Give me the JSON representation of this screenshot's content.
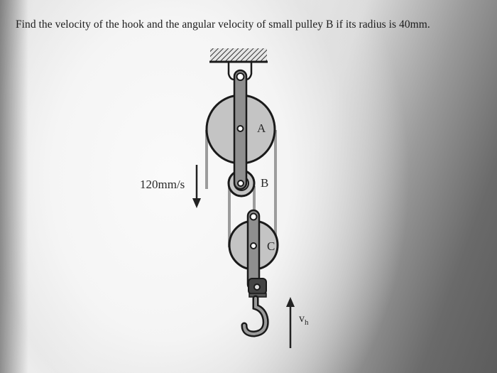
{
  "problem": {
    "text": "Find the velocity of the hook and the angular velocity of small pulley B if its radius is 40mm."
  },
  "diagram": {
    "labels": {
      "pulley_a": "A",
      "pulley_b": "B",
      "pulley_c": "C",
      "rope_velocity": "120mm/s",
      "hook_velocity_symbol": "v",
      "hook_velocity_subscript": "h"
    },
    "colors": {
      "pulley_fill": "#c4c4c4",
      "bar_fill": "#8f8f8f",
      "rope": "#9c9c9c",
      "outline": "#1a1a1a"
    }
  }
}
